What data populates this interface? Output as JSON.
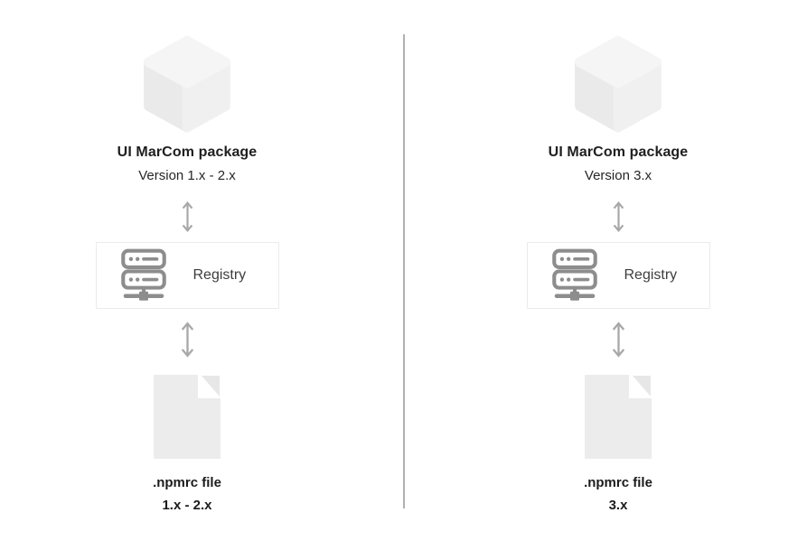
{
  "columns": [
    {
      "id": "legacy",
      "package": {
        "title": "UI MarCom package",
        "version": "Version 1.x - 2.x"
      },
      "registry": {
        "label": "Registry"
      },
      "file": {
        "title": ".npmrc file",
        "version": "1.x - 2.x"
      }
    },
    {
      "id": "current",
      "package": {
        "title": "UI MarCom package",
        "version": "Version 3.x"
      },
      "registry": {
        "label": "Registry"
      },
      "file": {
        "title": ".npmrc file",
        "version": "3.x"
      }
    }
  ],
  "icons": {
    "package": "package-cube-icon",
    "registry": "server-icon",
    "file": "file-icon",
    "arrow": "updown-arrow-icon"
  },
  "colors": {
    "background": "#ffffff",
    "divider": "#b0b0b0",
    "cube_top": "#f5f5f5",
    "cube_left": "#eaeaea",
    "cube_right": "#f0f0f0",
    "arrow_gray": "#a8a8a8",
    "server_icon_gray": "#8d8d8d",
    "card_border": "#ebebeb",
    "file_body": "#ececec",
    "file_fold": "#e7e7e7",
    "text_dark": "#1f1f1f",
    "registry_text": "#3d3d3d"
  }
}
